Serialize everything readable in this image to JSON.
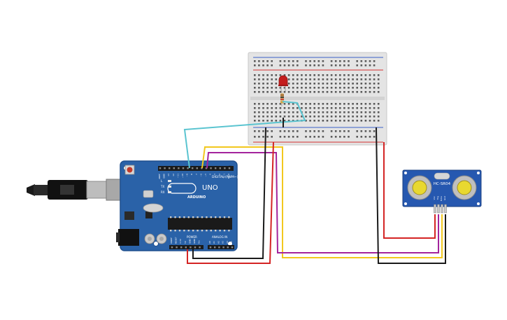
{
  "arduino": {
    "brand": "ARDUINO",
    "model": "UNO",
    "digital_label": "DIGITAL (PWM~)",
    "power_label": "POWER",
    "analog_label": "ANALOG IN",
    "led_labels": [
      "L",
      "TX",
      "RX"
    ],
    "power_pins": [
      "IOREF",
      "RESET",
      "3.3V",
      "5V",
      "GND",
      "GND",
      "Vin"
    ],
    "analog_pins": [
      "A0",
      "A1",
      "A2",
      "A3",
      "A4",
      "A5"
    ],
    "digital_pins": [
      "AREF",
      "GND",
      "13",
      "12",
      "~11",
      "~10",
      "~9",
      "8",
      "7",
      "~6",
      "~5",
      "4",
      "~3",
      "2",
      "TX 1",
      "RX 0"
    ]
  },
  "sensor": {
    "model": "HC-SR04",
    "pins": [
      "Vcc",
      "Trig",
      "Echo",
      "Gnd"
    ]
  },
  "colors": {
    "board": "#2a62a8",
    "board_dark": "#1f4f8e",
    "breadboard": "#e4e4e4",
    "wire_red": "#d42424",
    "wire_black": "#1a1a1a",
    "wire_yellow": "#f2c81e",
    "wire_purple": "#a4249c",
    "wire_teal": "#5ac4d0",
    "led": "#c41e1e"
  },
  "icons": {
    "usb": "usb-connector-icon",
    "power_jack": "dc-jack-icon"
  }
}
